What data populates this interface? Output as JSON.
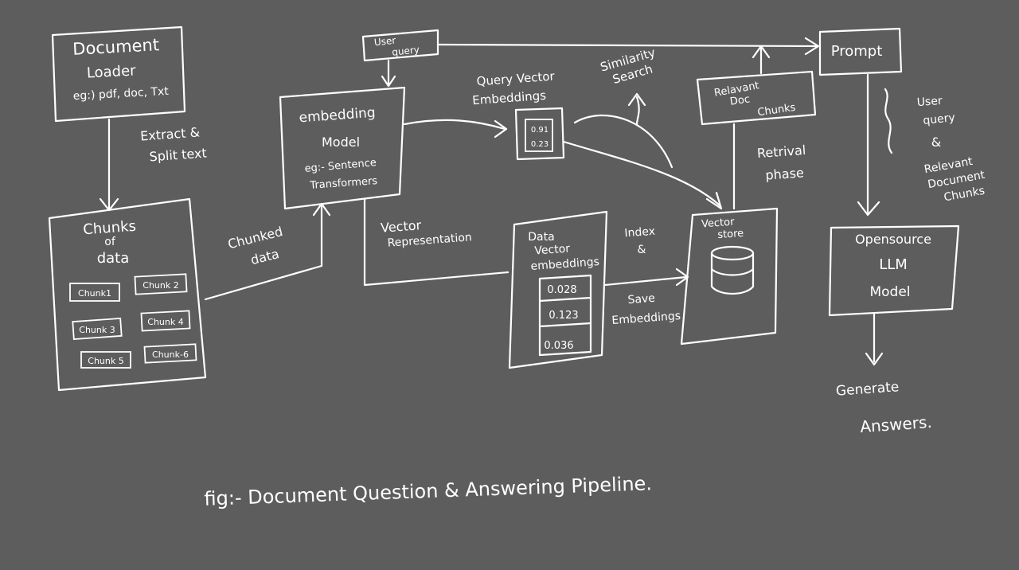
{
  "diagram": {
    "background": "#5d5d5d",
    "ink": "#ffffff",
    "document_loader": {
      "line1": "Document",
      "line2": "Loader",
      "line3": "eg:) pdf, doc, Txt"
    },
    "extract_label": {
      "line1": "Extract &",
      "line2": "Split text"
    },
    "chunks_of_data": {
      "line1": "Chunks",
      "line2": "of",
      "line3": "data",
      "chunks": [
        "Chunk1",
        "Chunk 2",
        "Chunk 3",
        "Chunk 4",
        "Chunk 5",
        "Chunk-6"
      ]
    },
    "chunked_data_label": {
      "line1": "Chunked",
      "line2": "data"
    },
    "user_query_box": {
      "line1": "User",
      "line2": "query"
    },
    "embedding_model": {
      "line1": "embedding",
      "line2": "Model",
      "line3": "eg:- Sentence",
      "line4": "Transformers"
    },
    "vector_representation_label": {
      "line1": "Vector",
      "line2": "Representation"
    },
    "query_vector_label": {
      "line1": "Query Vector",
      "line2": "Embeddings"
    },
    "query_vector_values": {
      "v1": "0.91",
      "v2": "0.23"
    },
    "similarity_label": {
      "line1": "Similarity",
      "line2": "Search"
    },
    "data_vector": {
      "line1": "Data",
      "line2": "Vector",
      "line3": "embeddings",
      "values": [
        "0.028",
        "0.123",
        "0.036"
      ]
    },
    "index_label": {
      "line1": "Index",
      "line2": "&",
      "line3": "Save",
      "line4": "Embeddings"
    },
    "vector_store": {
      "line1": "Vector",
      "line2": "store"
    },
    "relevant_chunks": {
      "line1": "Relavant",
      "line2": "Doc",
      "line3": "Chunks"
    },
    "retrieval_label": {
      "line1": "Retrival",
      "line2": "phase"
    },
    "prompt_box": {
      "label": "Prompt"
    },
    "user_query_chunks_label": {
      "line1": "User",
      "line2": "query",
      "line3": "&",
      "line4": "Relevant",
      "line5": "Document",
      "line6": "Chunks"
    },
    "llm_model": {
      "line1": "Opensource",
      "line2": "LLM",
      "line3": "Model"
    },
    "generate_label": {
      "line1": "Generate",
      "line2": "Answers."
    },
    "caption": "fig:- Document Question & Answering Pipeline."
  }
}
